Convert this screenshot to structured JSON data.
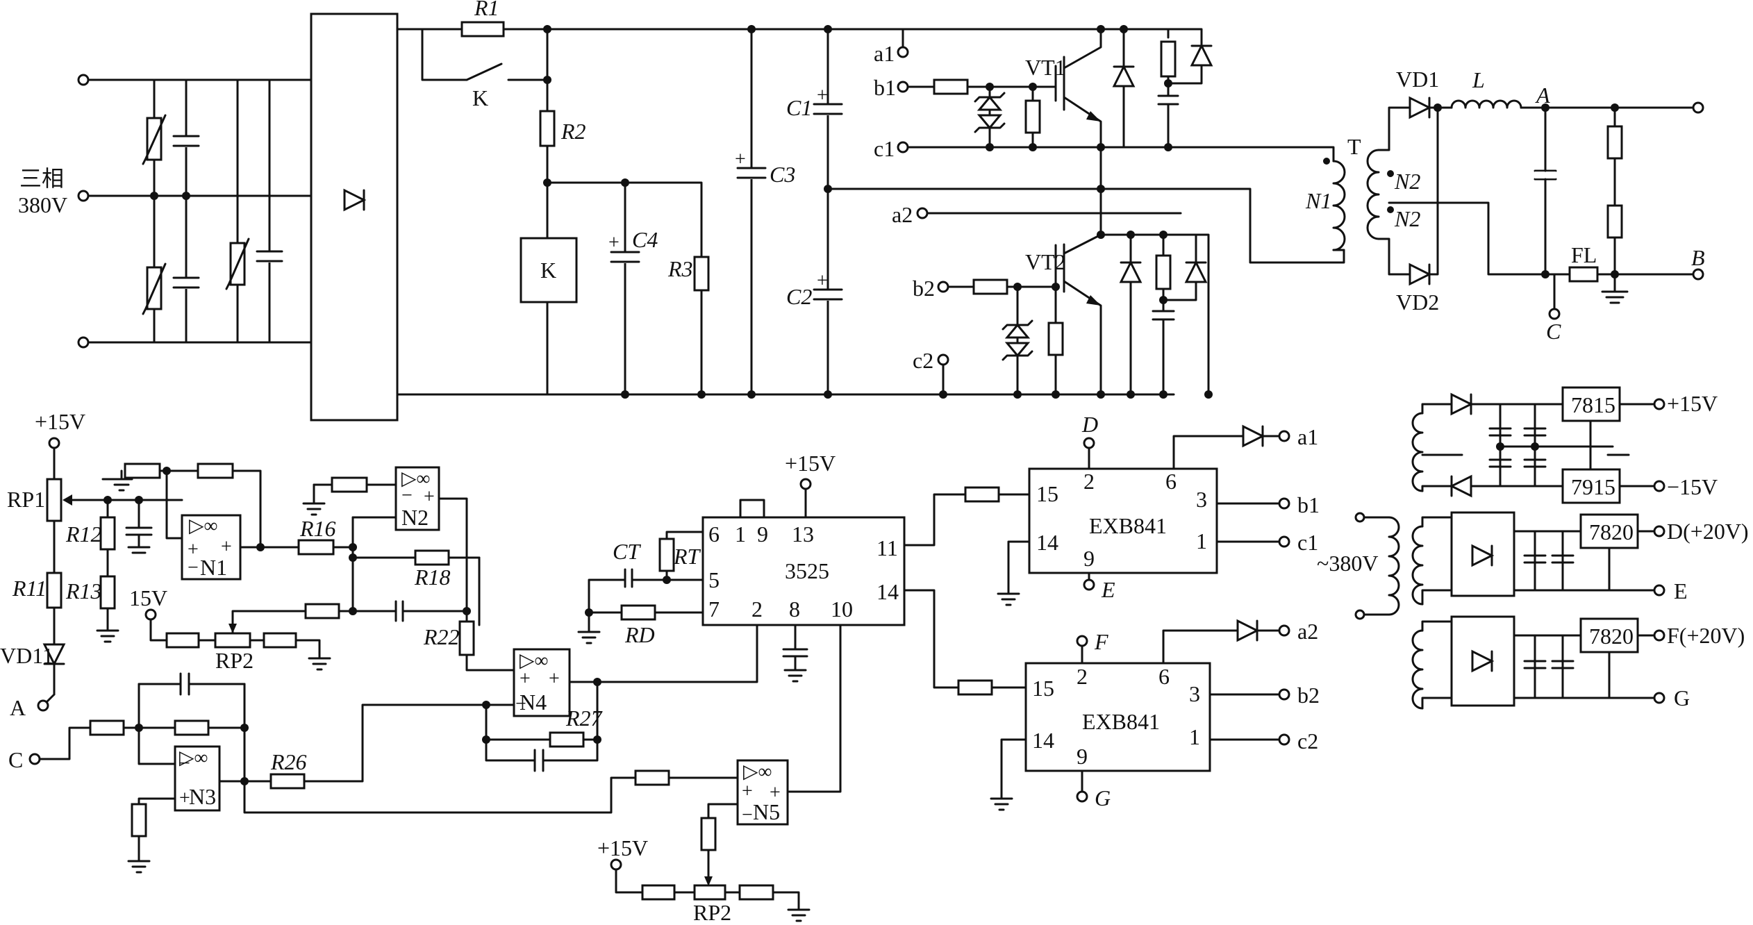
{
  "labels": {
    "three_phase": "三相",
    "v380": "380V",
    "R1": "R1",
    "R2": "R2",
    "R3": "R3",
    "K_switch": "K",
    "K_relay": "K",
    "C1": "C1",
    "C2": "C2",
    "C3": "C3",
    "C4": "C4",
    "a1": "a1",
    "b1": "b1",
    "c1": "c1",
    "a2": "a2",
    "b2": "b2",
    "c2": "c2",
    "VT1": "VT1",
    "VT2": "VT2",
    "T": "T",
    "N1": "N1",
    "N2a": "N2",
    "N2b": "N2",
    "VD1": "VD1",
    "VD2": "VD2",
    "L": "L",
    "A_out": "A",
    "B_out": "B",
    "C_out": "C",
    "FL": "FL",
    "p15_top": "+15V",
    "RP1": "RP1",
    "R12": "R12",
    "R11": "R11",
    "R13": "R13",
    "VD11": "VD11",
    "A_in": "A",
    "C_in": "C",
    "v15": "15V",
    "RP2_left": "RP2",
    "N1_amp": "N1",
    "N2_amp": "N2",
    "N3_amp": "N3",
    "N4_amp": "N4",
    "N5_amp": "N5",
    "R16": "R16",
    "R18": "R18",
    "R22": "R22",
    "R26": "R26",
    "R27": "R27",
    "CT": "CT",
    "RT": "RT",
    "RD": "RD",
    "ic3525": "3525",
    "p15_3525": "+15V",
    "p15_bottom": "+15V",
    "RP2_bottom": "RP2",
    "exb1": "EXB841",
    "exb2": "EXB841",
    "D_pin": "D",
    "E_pin": "E",
    "F_pin": "F",
    "G_pin": "G",
    "a1_out": "a1",
    "b1_out": "b1",
    "c1_out": "c1",
    "a2_out": "a2",
    "b2_out": "b2",
    "c2_out": "c2",
    "reg7815": "7815",
    "reg7915": "7915",
    "reg7820a": "7820",
    "reg7820b": "7820",
    "p15_out": "+15V",
    "m15_out": "−15V",
    "D_out": "D(+20V)",
    "E_out": "E",
    "F_out": "F(+20V)",
    "G_out": "G",
    "ac380": "~380V",
    "inf": "∞"
  },
  "pins_3525": {
    "p6": "6",
    "p1": "1",
    "p9": "9",
    "p13": "13",
    "p11": "11",
    "p14": "14",
    "p5": "5",
    "p7": "7",
    "p2": "2",
    "p8": "8",
    "p10": "10"
  },
  "pins_exb1": {
    "p15": "15",
    "p14": "14",
    "p2": "2",
    "p6": "6",
    "p9": "9",
    "p3": "3",
    "p1": "1"
  },
  "pins_exb2": {
    "p15": "15",
    "p14": "14",
    "p2": "2",
    "p6": "6",
    "p9": "9",
    "p3": "3",
    "p1": "1"
  },
  "colors": {
    "ink": "#111111",
    "background": "#ffffff"
  }
}
